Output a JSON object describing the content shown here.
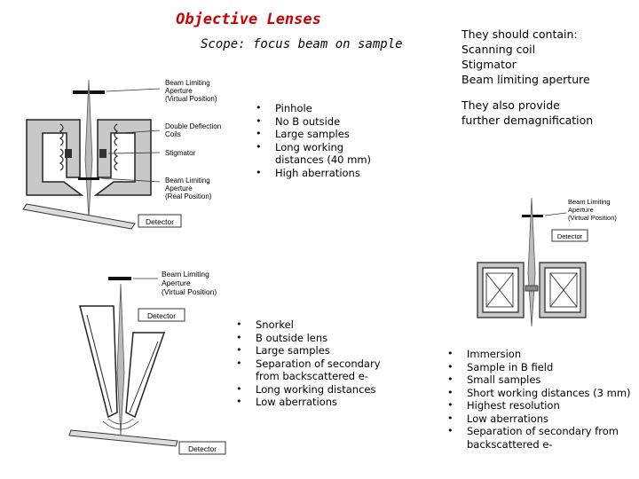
{
  "header": {
    "title": "Objective Lenses",
    "subtitle": "Scope: focus beam on sample"
  },
  "notes": {
    "contain_heading": "They should contain:",
    "contain_items": [
      "Scanning coil",
      "Stigmator",
      "Beam limiting aperture"
    ],
    "demag_line1": "They also provide",
    "demag_line2": "further demagnification"
  },
  "pinhole": {
    "bullets": [
      "Pinhole",
      "No B outside",
      "Large samples",
      "Long working distances (40 mm)",
      "High aberrations"
    ],
    "labels": {
      "aperture_virtual": [
        "Beam Limiting",
        "Aperture",
        "(Virtual Position)"
      ],
      "deflection": [
        "Double Deflection",
        "Coils"
      ],
      "stigmator": "Stigmator",
      "aperture_real": [
        "Beam Limiting",
        "Aperture",
        "(Real Position)"
      ],
      "detector": "Detector"
    }
  },
  "snorkel": {
    "bullets": [
      "Snorkel",
      "B outside lens",
      "Large samples",
      "Separation of secondary from backscattered e-",
      "Long working distances",
      "Low aberrations"
    ],
    "labels": {
      "aperture_virtual": [
        "Beam Limiting",
        "Aperture",
        "(Virtual Position)"
      ],
      "detector_top": "Detector",
      "detector_bottom": "Detector"
    }
  },
  "immersion": {
    "bullets": [
      "Immersion",
      "Sample in B field",
      "Small samples",
      "Short working distances (3 mm)",
      "Highest resolution",
      "Low aberrations",
      "Separation of secondary from backscattered e-"
    ],
    "labels": {
      "aperture_virtual": [
        "Beam Limiting",
        "Aperture",
        "(Virtual Position)"
      ],
      "detector": "Detector"
    }
  }
}
